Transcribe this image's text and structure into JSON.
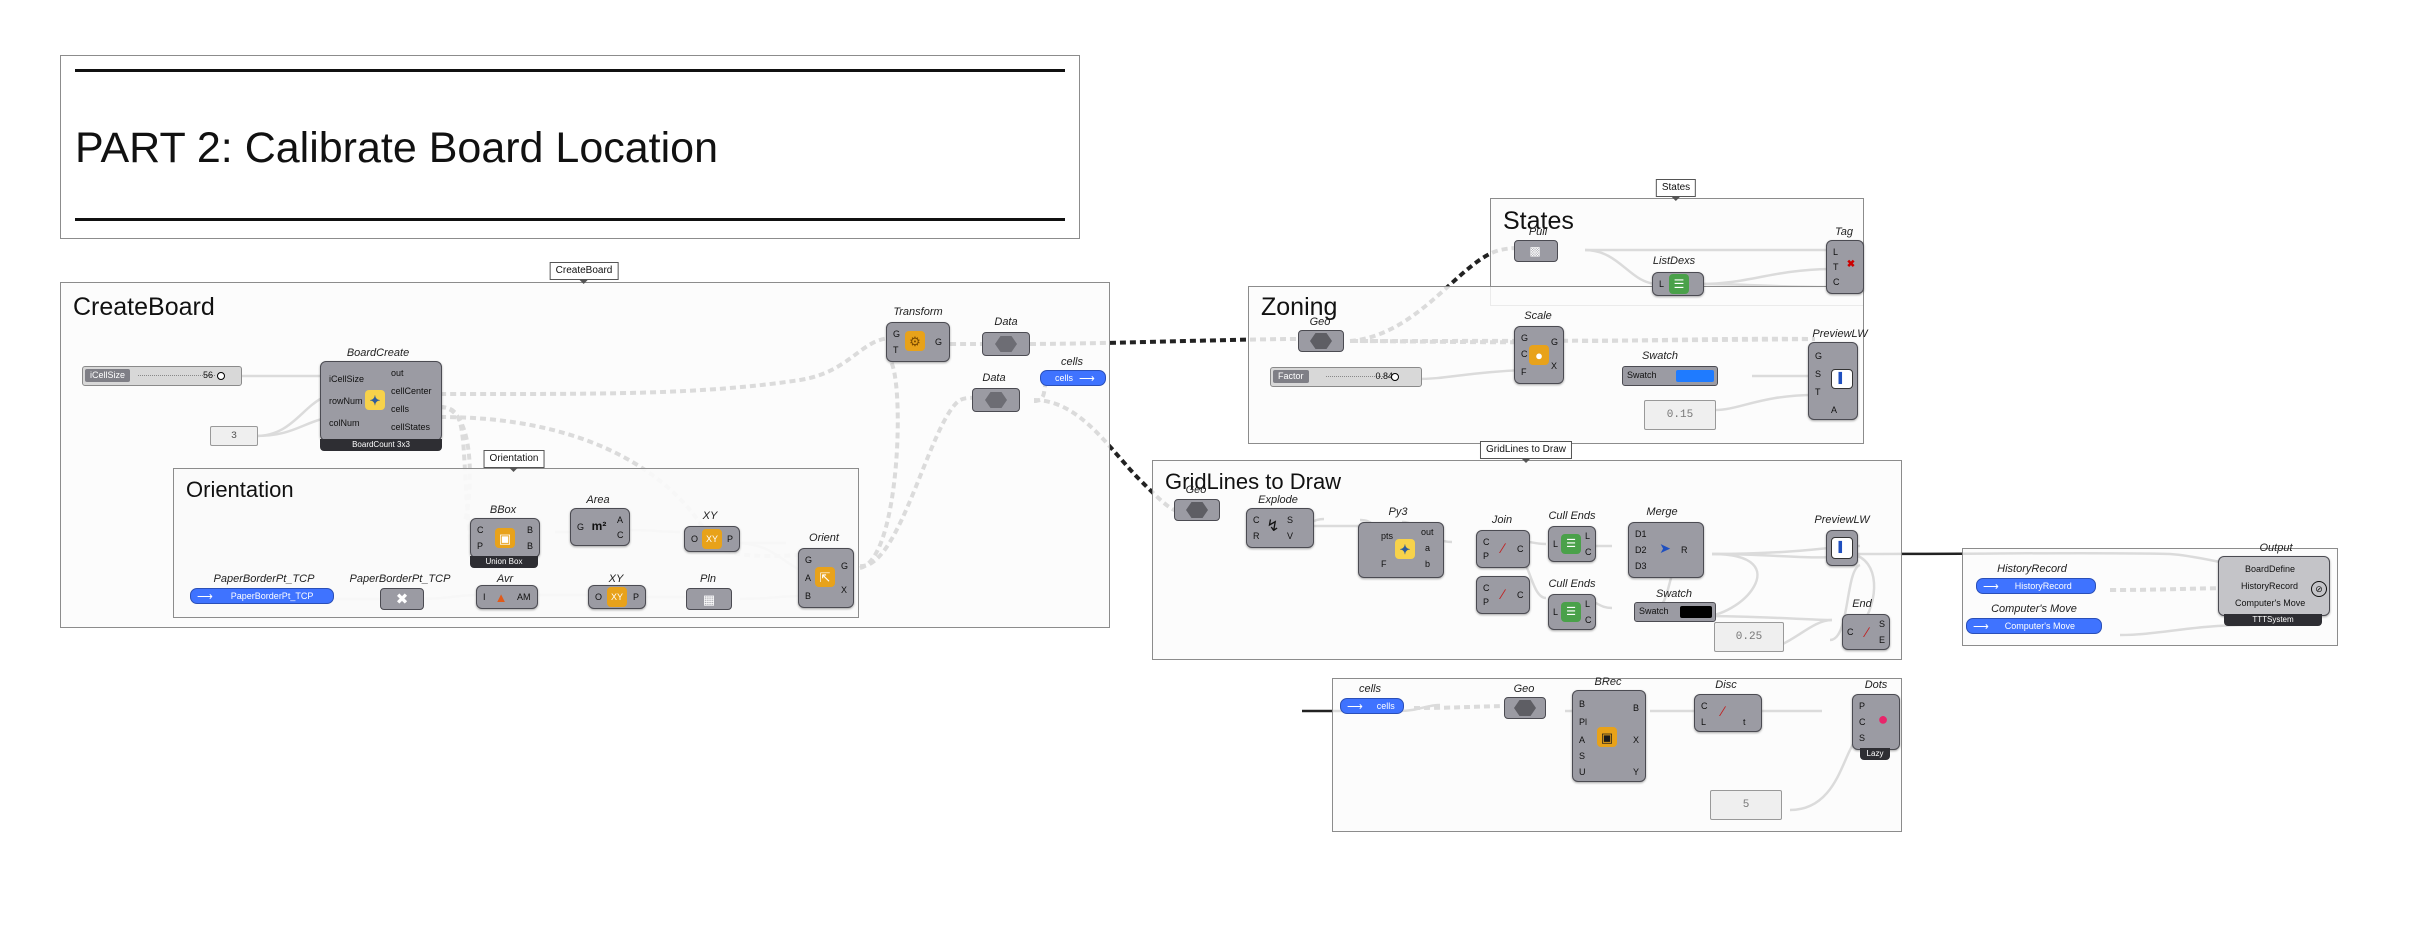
{
  "title": {
    "heading": "PART 2: Calibrate Board Location"
  },
  "groups": {
    "createboard": {
      "title": "CreateBoard",
      "tag": "CreateBoard"
    },
    "orientation": {
      "title": "Orientation",
      "tag": "Orientation"
    },
    "states": {
      "title": "States",
      "tag": "States"
    },
    "zoning": {
      "title": "Zoning",
      "tag": ""
    },
    "gridlines": {
      "title": "GridLines to Draw",
      "tag": "GridLines to Draw"
    }
  },
  "components": {
    "boardcreate": {
      "name": "BoardCreate",
      "inputs": [
        "iCellSize",
        "rowNum",
        "colNum"
      ],
      "outputs": [
        "out",
        "cellCenter",
        "cells",
        "cellStates"
      ],
      "footer": "BoardCount 3x3"
    },
    "transform": {
      "name": "Transform",
      "inputs": [
        "G",
        "T"
      ],
      "outputs": [
        "G"
      ]
    },
    "data1": {
      "name": "Data"
    },
    "data2": {
      "name": "Data"
    },
    "cells_param": {
      "name": "cells",
      "label": "cells"
    },
    "bbox": {
      "name": "BBox",
      "inputs": [
        "C",
        "P"
      ],
      "outputs": [
        "B",
        "B"
      ],
      "footer": "Union Box"
    },
    "area": {
      "name": "Area",
      "inputs": [
        "G"
      ],
      "outputs": [
        "A",
        "C"
      ]
    },
    "xy1": {
      "name": "XY",
      "inputs": [
        "O"
      ],
      "outputs": [
        "P"
      ]
    },
    "orient": {
      "name": "Orient",
      "inputs": [
        "G",
        "A",
        "B"
      ],
      "outputs": [
        "G",
        "X"
      ]
    },
    "paperborder_param": {
      "name": "PaperBorderPt_TCP",
      "label": "PaperBorderPt_TCP"
    },
    "paperborder2": {
      "name": "PaperBorderPt_TCP"
    },
    "avr": {
      "name": "Avr",
      "inputs": [
        "I"
      ],
      "outputs": [
        "AM"
      ]
    },
    "xy2": {
      "name": "XY",
      "inputs": [
        "O"
      ],
      "outputs": [
        "P"
      ]
    },
    "pln": {
      "name": "Pln"
    },
    "geo_zoning": {
      "name": "Geo"
    },
    "scale": {
      "name": "Scale",
      "inputs": [
        "G",
        "C",
        "F"
      ],
      "outputs": [
        "G",
        "X"
      ]
    },
    "pull": {
      "name": "Pull"
    },
    "listdexs": {
      "name": "ListDexs",
      "inputs": [
        "L"
      ],
      "outputs": [
        ""
      ]
    },
    "tag": {
      "name": "Tag",
      "inputs": [
        "L",
        "T",
        "C"
      ]
    },
    "swatch1": {
      "name": "Swatch",
      "label": "Swatch"
    },
    "previewlw1": {
      "name": "PreviewLW",
      "inputs": [
        "G",
        "S",
        "T",
        "A"
      ]
    },
    "geo_grid": {
      "name": "Geo"
    },
    "explode": {
      "name": "Explode",
      "inputs": [
        "C",
        "R"
      ],
      "outputs": [
        "S",
        "V"
      ]
    },
    "py3": {
      "name": "Py3",
      "inputs": [
        "pts",
        "F"
      ],
      "outputs": [
        "out",
        "a",
        "b"
      ]
    },
    "join": {
      "name": "Join",
      "inputs": [
        "C",
        "P"
      ],
      "outputs": [
        "C"
      ]
    },
    "join2": {
      "name": "",
      "inputs": [
        "C",
        "P"
      ],
      "outputs": [
        "C"
      ]
    },
    "cullends1": {
      "name": "Cull Ends",
      "inputs": [
        "L"
      ],
      "outputs": [
        "L",
        "C"
      ]
    },
    "cullends2": {
      "name": "Cull Ends",
      "inputs": [
        "L"
      ],
      "outputs": [
        "L",
        "C"
      ]
    },
    "merge": {
      "name": "Merge",
      "inputs": [
        "D1",
        "D2",
        "D3"
      ],
      "outputs": [
        "R"
      ]
    },
    "previewlw2": {
      "name": "PreviewLW"
    },
    "swatch2": {
      "name": "Swatch",
      "label": "Swatch"
    },
    "end": {
      "name": "End",
      "inputs": [
        "C"
      ],
      "outputs": [
        "S",
        "E"
      ]
    },
    "output": {
      "name": "Output",
      "inputs": [
        "BoardDefine",
        "HistoryRecord",
        "Computer's Move"
      ],
      "footer": "TTTSystem"
    },
    "historyrecord": {
      "name": "HistoryRecord",
      "label": "HistoryRecord"
    },
    "computersmove": {
      "name": "Computer's Move",
      "label": "Computer's Move"
    },
    "cells_in": {
      "name": "cells",
      "label": "cells"
    },
    "geo_brec": {
      "name": "Geo"
    },
    "brec": {
      "name": "BRec",
      "inputs": [
        "B",
        "Pl",
        "A",
        "S",
        "U"
      ],
      "outputs": [
        "B",
        "X",
        "Y"
      ]
    },
    "disc": {
      "name": "Disc",
      "inputs": [
        "C",
        "L"
      ],
      "outputs": [
        "",
        "t"
      ]
    },
    "dots": {
      "name": "Dots",
      "inputs": [
        "P",
        "C",
        "S"
      ],
      "footer": "Lazy"
    }
  },
  "sliders": {
    "icellsize": {
      "label": "iCellSize",
      "value": "56"
    },
    "factor": {
      "label": "Factor",
      "value": "0.84"
    }
  },
  "panels": {
    "colnum": "3",
    "width1": "0.15",
    "width2": "0.25",
    "disc_size": "5"
  },
  "colors": {
    "swatch_blue": "#1f7bff",
    "swatch_black": "#000000",
    "param_blue": "#3f73ff",
    "component_grey": "#9b9ba3"
  }
}
